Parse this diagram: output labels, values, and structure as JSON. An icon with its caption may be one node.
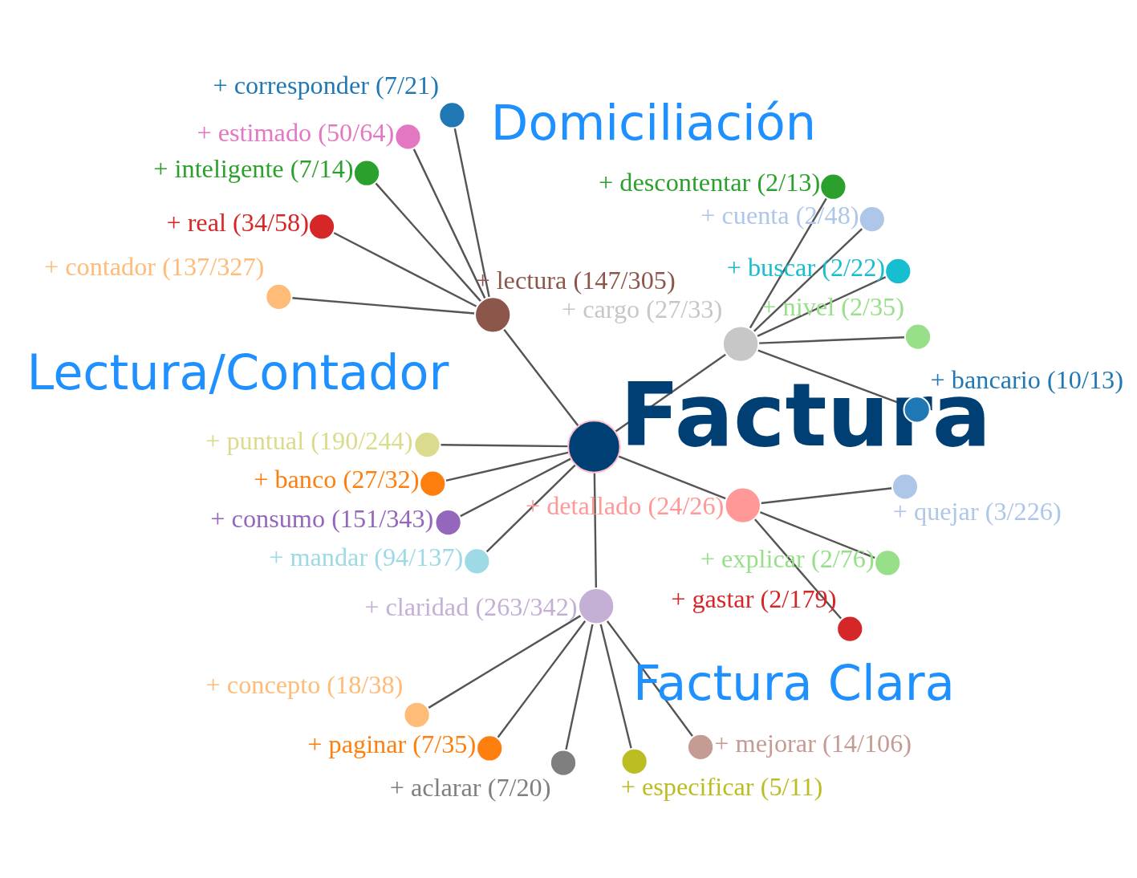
{
  "diagram": {
    "nodes": [
      {
        "text": [],
        "shape": "circle",
        "beside": [
          "Factura"
        ]
      },
      {
        "text": [],
        "shape": "circle",
        "beside": [
          "+ cargo (27/33)"
        ]
      },
      {
        "text": [],
        "shape": "circle",
        "beside": [
          "+ bancario (10/13)"
        ]
      },
      {
        "text": [],
        "shape": "circle",
        "beside": [
          "+ nivel (2/35)"
        ]
      },
      {
        "text": [],
        "shape": "circle",
        "beside": [
          "+ buscar (2/22)"
        ]
      },
      {
        "text": [],
        "shape": "circle",
        "beside": [
          "+ cuenta (2/48)"
        ]
      },
      {
        "text": [],
        "shape": "circle",
        "beside": [
          "+ descontentar (2/13)"
        ]
      },
      {
        "text": [],
        "shape": "circle",
        "beside": [
          "+ lectura (147/305)"
        ]
      },
      {
        "text": [],
        "shape": "circle",
        "beside": [
          "+ corresponder (7/21)"
        ]
      },
      {
        "text": [],
        "shape": "circle",
        "beside": [
          "+ estimado (50/64)"
        ]
      },
      {
        "text": [],
        "shape": "circle",
        "beside": [
          "+ inteligente (7/14)"
        ]
      },
      {
        "text": [],
        "shape": "circle",
        "beside": [
          "+ real (34/58)"
        ]
      },
      {
        "text": [],
        "shape": "circle",
        "beside": [
          "+ contador (137/327)"
        ]
      },
      {
        "text": [],
        "shape": "circle",
        "beside": [
          "+ puntual (190/244)"
        ]
      },
      {
        "text": [],
        "shape": "circle",
        "beside": [
          "+ banco (27/32)"
        ]
      },
      {
        "text": [],
        "shape": "circle",
        "beside": [
          "+ consumo (151/343)"
        ]
      },
      {
        "text": [],
        "shape": "circle",
        "beside": [
          "+ mandar (94/137)"
        ]
      },
      {
        "text": [],
        "shape": "circle",
        "beside": [
          "+ claridad (263/342)"
        ]
      },
      {
        "text": [],
        "shape": "circle",
        "beside": [
          "+ concepto (18/38)"
        ]
      },
      {
        "text": [],
        "shape": "circle",
        "beside": [
          "+ paginar (7/35)"
        ]
      },
      {
        "text": [],
        "shape": "circle",
        "beside": [
          "+ aclarar (7/20)"
        ]
      },
      {
        "text": [],
        "shape": "circle",
        "beside": [
          "+ especificar (5/11)"
        ]
      },
      {
        "text": [],
        "shape": "circle",
        "beside": [
          "+ mejorar (14/106)"
        ]
      },
      {
        "text": [],
        "shape": "circle",
        "beside": [
          "+ detallado (24/26)"
        ]
      },
      {
        "text": [],
        "shape": "circle",
        "beside": [
          "+ gastar (2/179)"
        ]
      },
      {
        "text": [],
        "shape": "circle",
        "beside": [
          "+ explicar (2/76)"
        ]
      },
      {
        "text": [],
        "shape": "circle",
        "beside": [
          "+ quejar (3/226)"
        ]
      }
    ],
    "edges": [
      {
        "from": 0,
        "to": 1,
        "arrow": "none"
      },
      {
        "from": 1,
        "to": 2,
        "arrow": "none"
      },
      {
        "from": 1,
        "to": 3,
        "arrow": "none"
      },
      {
        "from": 1,
        "to": 4,
        "arrow": "none"
      },
      {
        "from": 1,
        "to": 5,
        "arrow": "none"
      },
      {
        "from": 1,
        "to": 6,
        "arrow": "none"
      },
      {
        "from": 0,
        "to": 7,
        "arrow": "none"
      },
      {
        "from": 7,
        "to": 8,
        "arrow": "none"
      },
      {
        "from": 7,
        "to": 9,
        "arrow": "none"
      },
      {
        "from": 7,
        "to": 10,
        "arrow": "none"
      },
      {
        "from": 7,
        "to": 11,
        "arrow": "none"
      },
      {
        "from": 7,
        "to": 12,
        "arrow": "none"
      },
      {
        "from": 0,
        "to": 13,
        "arrow": "none"
      },
      {
        "from": 0,
        "to": 14,
        "arrow": "none"
      },
      {
        "from": 0,
        "to": 15,
        "arrow": "none"
      },
      {
        "from": 0,
        "to": 16,
        "arrow": "none"
      },
      {
        "from": 0,
        "to": 17,
        "arrow": "none"
      },
      {
        "from": 17,
        "to": 18,
        "arrow": "none"
      },
      {
        "from": 17,
        "to": 19,
        "arrow": "none"
      },
      {
        "from": 17,
        "to": 20,
        "arrow": "none"
      },
      {
        "from": 17,
        "to": 21,
        "arrow": "none"
      },
      {
        "from": 17,
        "to": 22,
        "arrow": "none"
      },
      {
        "from": 0,
        "to": 23,
        "arrow": "none"
      },
      {
        "from": 23,
        "to": 24,
        "arrow": "none"
      },
      {
        "from": 23,
        "to": 25,
        "arrow": "none"
      },
      {
        "from": 23,
        "to": 26,
        "arrow": "none"
      }
    ],
    "labels": [
      "Domiciliación",
      "Lectura/Contador",
      "Factura Clara"
    ]
  }
}
